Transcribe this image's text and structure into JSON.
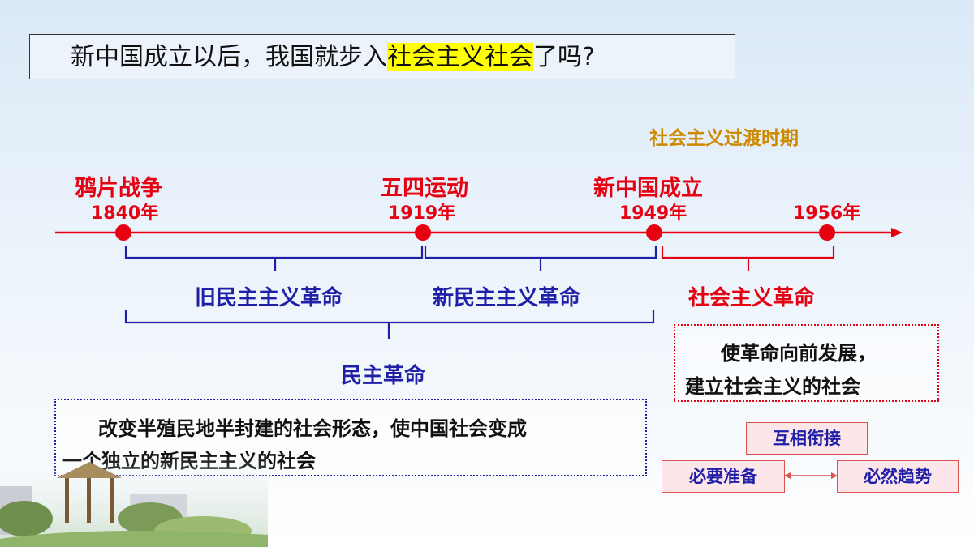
{
  "question": {
    "before": "新中国成立以后，我国就步入",
    "highlight": "社会主义社会",
    "after": "了吗?"
  },
  "period_label": "社会主义过渡时期",
  "timeline": {
    "events": [
      {
        "name": "鸦片战争",
        "year": "1840年"
      },
      {
        "name": "五四运动",
        "year": "1919年"
      },
      {
        "name": "新中国成立",
        "year": "1949年"
      },
      {
        "name": "",
        "year": "1956年"
      }
    ],
    "segments": {
      "old_democratic": "旧民主主义革命",
      "new_democratic": "新民主主义革命",
      "socialist": "社会主义革命",
      "democratic": "民主革命"
    }
  },
  "notes": {
    "democratic_line1": "改变半殖民地半封建的社会形态，使中国社会变成",
    "democratic_line2": "一个独立的新民主主义的社会",
    "socialist_line1": "使革命向前发展，",
    "socialist_line2": "建立社会主义的社会"
  },
  "relation": {
    "link": "互相衔接",
    "left": "必要准备",
    "right": "必然趋势"
  },
  "colors": {
    "red": "#e60012",
    "blue": "#1f1fa8",
    "period": "#cc8a00",
    "highlight": "#ffff00"
  }
}
